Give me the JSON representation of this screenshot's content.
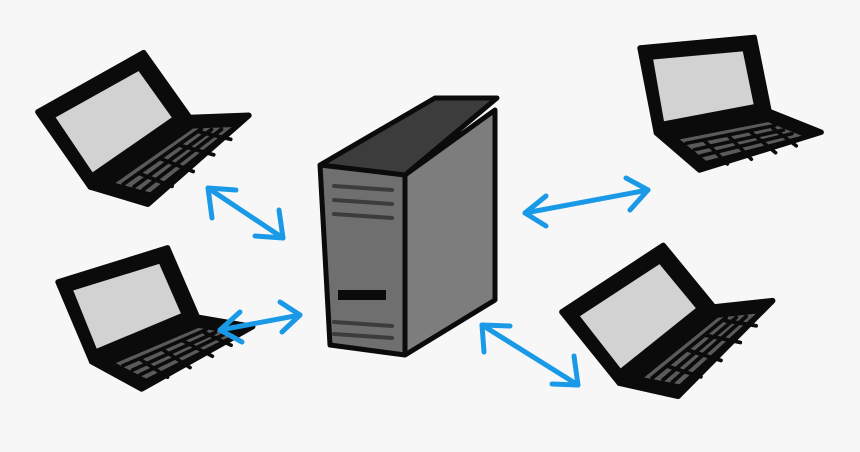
{
  "colors": {
    "background": "#f7f7f7",
    "outline": "#0b0b0b",
    "screen": "#d2d2d2",
    "keyboard": "#5a5a5a",
    "server_front": "#6f6f6f",
    "server_side": "#7d7d7d",
    "server_top": "#3c3c3c",
    "arrow": "#1a9ae6"
  },
  "nodes": [
    {
      "id": "laptop-top-left",
      "icon": "laptop-icon"
    },
    {
      "id": "laptop-bottom-left",
      "icon": "laptop-icon"
    },
    {
      "id": "laptop-top-right",
      "icon": "laptop-icon"
    },
    {
      "id": "laptop-bottom-right",
      "icon": "laptop-icon"
    },
    {
      "id": "server-center",
      "icon": "server-tower-icon"
    }
  ],
  "edges": [
    {
      "from": "laptop-top-left",
      "to": "server-center",
      "direction": "bidirectional"
    },
    {
      "from": "laptop-bottom-left",
      "to": "server-center",
      "direction": "bidirectional"
    },
    {
      "from": "laptop-top-right",
      "to": "server-center",
      "direction": "bidirectional"
    },
    {
      "from": "laptop-bottom-right",
      "to": "server-center",
      "direction": "bidirectional"
    }
  ]
}
